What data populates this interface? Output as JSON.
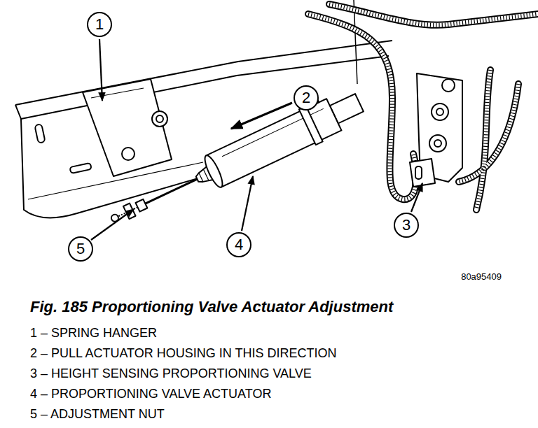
{
  "diagram": {
    "caption": "Fig. 185 Proportioning Valve Actuator Adjustment",
    "nodes": [
      {
        "text": [
          "1"
        ]
      },
      {
        "text": [
          "2"
        ]
      },
      {
        "text": [
          "3"
        ]
      },
      {
        "text": [
          "4"
        ]
      },
      {
        "text": [
          "5"
        ]
      }
    ],
    "labels": [
      "80a95409",
      "1 – SPRING HANGER",
      "2 – PULL ACTUATOR HOUSING IN THIS DIRECTION",
      "3 – HEIGHT SENSING PROPORTIONING VALVE",
      "4 – PROPORTIONING VALVE ACTUATOR",
      "5 – ADJUSTMENT NUT"
    ]
  }
}
